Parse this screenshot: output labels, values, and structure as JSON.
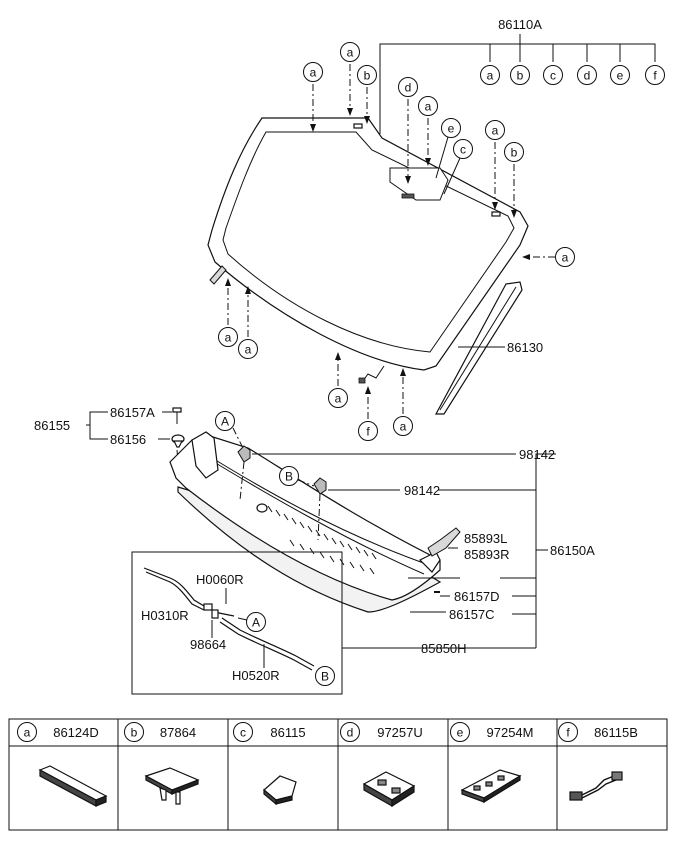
{
  "diagram": {
    "part_numbers": {
      "windshield_assembly": "86110A",
      "moulding": "86130",
      "screw_grommet_group": "86155",
      "screw": "86157A",
      "grommet": "86156",
      "nozzle_1": "98142",
      "nozzle_2": "98142",
      "cowl_cover_assembly": "86150A",
      "seal_l": "85893L",
      "seal_r": "85893R",
      "retainer_d": "86157D",
      "retainer_c": "86157C",
      "hose_assembly": "85850H",
      "hose_1": "H0060R",
      "hose_2": "H0310R",
      "connector": "98664",
      "hose_3": "H0520R"
    },
    "letters": {
      "a": "a",
      "b": "b",
      "c": "c",
      "d": "d",
      "e": "e",
      "f": "f",
      "A": "A",
      "B": "B"
    }
  },
  "legend_table": {
    "columns": [
      {
        "letter": "a",
        "part": "86124D"
      },
      {
        "letter": "b",
        "part": "87864"
      },
      {
        "letter": "c",
        "part": "86115"
      },
      {
        "letter": "d",
        "part": "97257U"
      },
      {
        "letter": "e",
        "part": "97254M"
      },
      {
        "letter": "f",
        "part": "86115B"
      }
    ]
  }
}
